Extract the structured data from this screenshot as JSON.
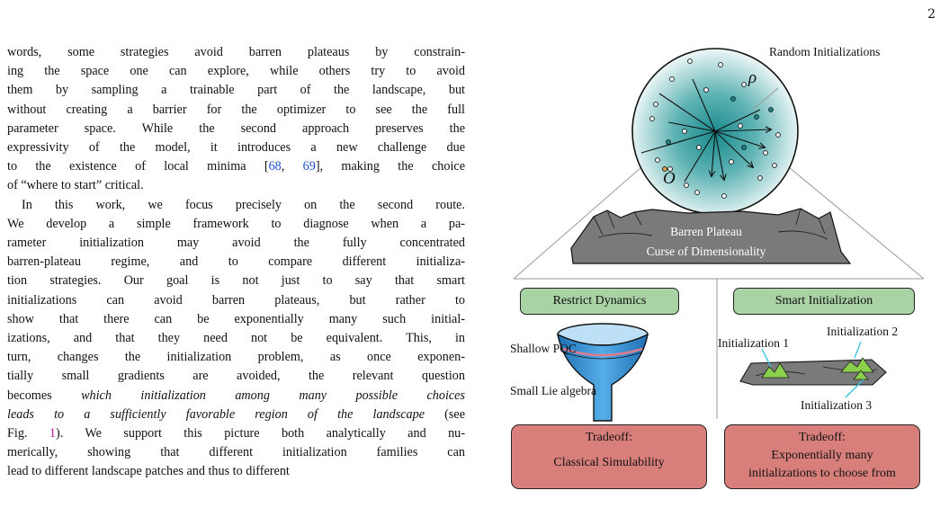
{
  "page_number": "2",
  "body_text": {
    "lines": [
      [
        {
          "t": "words, some strategies avoid barren plateaus by constrain-"
        }
      ],
      [
        {
          "t": "ing the space one can explore, while others try to avoid"
        }
      ],
      [
        {
          "t": "them by sampling a trainable part of the landscape, but"
        }
      ],
      [
        {
          "t": "without creating a barrier for the optimizer to see the full"
        }
      ],
      [
        {
          "t": "parameter space. While the second approach preserves the"
        }
      ],
      [
        {
          "t": "expressivity of the model, it introduces a new challenge due"
        }
      ],
      [
        {
          "t": "to the existence of local minima ["
        },
        {
          "t": "68",
          "k": "cite"
        },
        {
          "t": ", "
        },
        {
          "t": "69",
          "k": "cite"
        },
        {
          "t": "], making the choice"
        }
      ],
      [
        {
          "t": "of “where to start” critical."
        }
      ],
      [
        {
          "t": "In this work, we focus precisely on the second route."
        }
      ],
      [
        {
          "t": "We develop a simple framework to diagnose when a pa-"
        }
      ],
      [
        {
          "t": "rameter initialization may avoid the fully concentrated"
        }
      ],
      [
        {
          "t": "barren-plateau regime, and to compare different initializa-"
        }
      ],
      [
        {
          "t": "tion strategies.  Our goal is not just to say that smart"
        }
      ],
      [
        {
          "t": "initializations can avoid barren plateaus, but rather to"
        }
      ],
      [
        {
          "t": "show that there can be exponentially many such initial-"
        }
      ],
      [
        {
          "t": "izations, and that they need not be equivalent.  This, in"
        }
      ],
      [
        {
          "t": "turn, changes the initialization problem, as once exponen-"
        }
      ],
      [
        {
          "t": "tially small gradients are avoided, the relevant question"
        }
      ],
      [
        {
          "t": "becomes "
        },
        {
          "t": "which initialization among many possible choices",
          "k": "em"
        }
      ],
      [
        {
          "t": "leads to a sufficiently favorable region of the landscape",
          "k": "em"
        },
        {
          "t": " (see"
        }
      ],
      [
        {
          "t": "Fig. "
        },
        {
          "t": "1",
          "k": "figref"
        },
        {
          "t": "). We support this picture both analytically and nu-"
        }
      ],
      [
        {
          "t": "merically, showing that different initialization families can"
        }
      ],
      [
        {
          "t": "lead to different landscape patches and thus to different"
        }
      ]
    ]
  },
  "figure": {
    "random_init_label": "Random Initializations",
    "rho_symbol": "ρ",
    "o_symbol": "O",
    "plateau_line1": "Barren Plateau",
    "plateau_line2": "Curse of Dimensionality",
    "left_panel": {
      "header": "Restrict Dynamics",
      "label_shallow": "Shallow PQC",
      "label_lie": "Small Lie algebra",
      "tradeoff_title": "Tradeoff:",
      "tradeoff_text": "Classical Simulability"
    },
    "right_panel": {
      "header": "Smart Initialization",
      "init1": "Initialization 1",
      "init2": "Initialization 2",
      "init3": "Initialization 3",
      "tradeoff_title": "Tradeoff:",
      "tradeoff_line1": "Exponentially many",
      "tradeoff_line2": "initializations to choose from"
    },
    "colors": {
      "teal": "#1a8a8c",
      "green_box": "#a9d2a5",
      "red_box": "#d97f7b",
      "funnel_blue": "#2f8fd6",
      "funnel_stripe": "#e07b8f",
      "landscape_gray": "#7a7a7a",
      "peak_green": "#8bd04a",
      "cyan_pointer": "#33c3e3"
    }
  }
}
